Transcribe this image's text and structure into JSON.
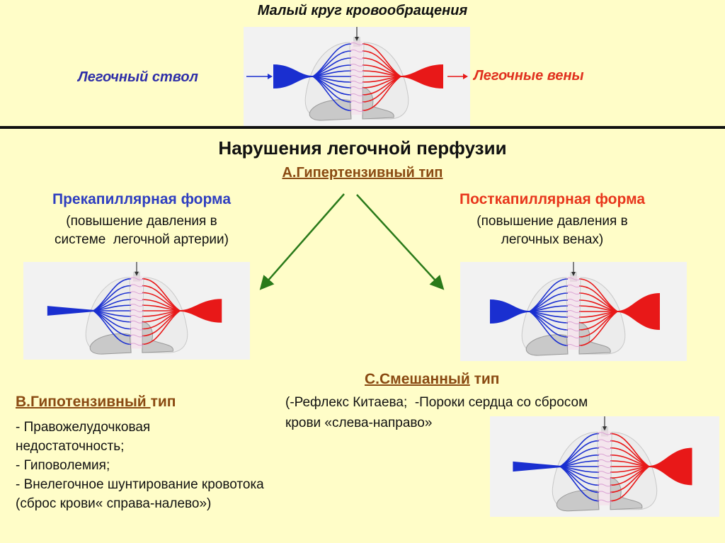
{
  "header": {
    "title": "Малый круг кровообращения",
    "left_label": "Легочный ствол",
    "right_label": "Легочные вены"
  },
  "main": {
    "title": "Нарушения легочной перфузии",
    "type_a": "А.Гипертензивный тип",
    "precapillary": {
      "title": "Прекапиллярная форма",
      "desc_line1": "(повышение давления в",
      "desc_line2": "системе  легочной артерии)"
    },
    "postcapillary": {
      "title": "Посткапиллярная форма",
      "desc_line1": "(повышение давления в",
      "desc_line2": "легочных венах)"
    },
    "type_b": {
      "title_underlined": "В.Гипотензивный ",
      "title_rest": "тип",
      "items": [
        "- Правожелудочковая",
        "недостаточность;",
        "- Гиповолемия;",
        "- Внелегочное шунтирование кровотока",
        "(сброс крови« справа-налево»)"
      ]
    },
    "type_c": {
      "title_underlined": "С.Смешанный",
      "title_rest": " тип",
      "desc_line1": "(-Рефлекс Китаева;  -Пороки сердца со сбросом",
      "desc_line2": "крови «слева-направо»"
    }
  },
  "colors": {
    "background": "#fffdc8",
    "artery_blue": "#1a2fd0",
    "vein_red": "#e81818",
    "heading_brown": "#8a4a12",
    "arrow_green": "#2a7a1a"
  },
  "diagrams": [
    {
      "name": "normal",
      "inlet": "wide",
      "outlet": "wide"
    },
    {
      "name": "precapillary",
      "inlet": "narrow",
      "outlet": "wide"
    },
    {
      "name": "postcapillary",
      "inlet": "wide",
      "outlet": "extra-wide"
    },
    {
      "name": "mixed",
      "inlet": "narrow",
      "outlet": "extra-wide"
    }
  ]
}
